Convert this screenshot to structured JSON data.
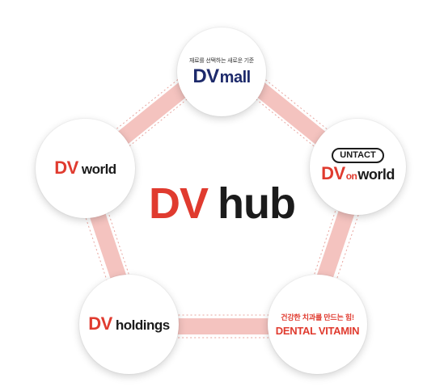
{
  "hub": {
    "brand": "DV",
    "name": "hub"
  },
  "nodes": {
    "mall": {
      "tagline": "재료를 선택하는 새로운 기준",
      "brand": "DV",
      "name": "mall"
    },
    "onworld": {
      "badge": "UNTACT",
      "brand": "DV",
      "on": "on",
      "name": "world"
    },
    "vitamin": {
      "tagline": "건강한 치과를 만드는 힘!",
      "name": "DENTAL VITAMIN"
    },
    "holdings": {
      "brand": "DV",
      "name": "holdings"
    },
    "world": {
      "brand": "DV",
      "name": "world"
    }
  },
  "colors": {
    "brand_red": "#e03b2f",
    "navy": "#1d2a6b",
    "ring": "#f4c3bf",
    "ring_dash": "#e8a49e"
  }
}
